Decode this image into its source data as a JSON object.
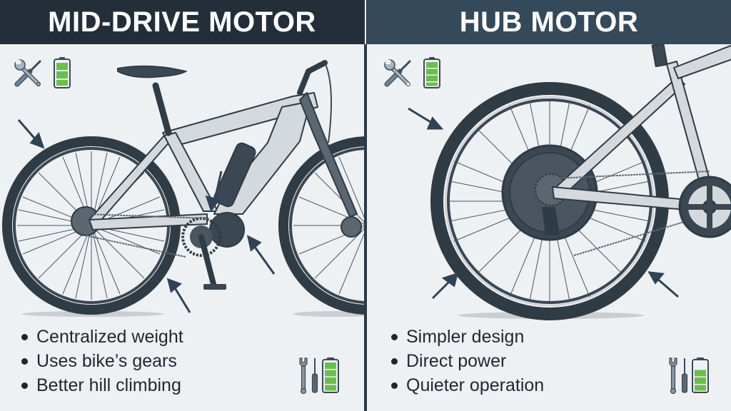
{
  "left_panel": {
    "title": "MID-DRIVE MOTOR",
    "header_color": "#232e39",
    "top_icons": [
      "wrench-screwdriver-crossed-icon",
      "battery-full-icon"
    ],
    "illustration": "e-bike with mid-drive motor at bottom bracket, downtube battery, arrows pointing at rear wheel, motor and crank",
    "bullets": [
      "Centralized weight",
      "Uses bike’s gears",
      "Better hill climbing"
    ],
    "bottom_icons": [
      "wrench-icon",
      "screwdriver-icon",
      "battery-full-icon"
    ]
  },
  "right_panel": {
    "title": "HUB MOTOR",
    "header_color": "#34495a",
    "top_icons": [
      "wrench-screwdriver-crossed-icon",
      "battery-full-icon"
    ],
    "illustration": "rear wheel with hub motor at center, arrows pointing at the wheel",
    "bullets": [
      "Simpler design",
      "Direct power",
      "Quieter operation"
    ],
    "bottom_icons": [
      "wrench-icon",
      "screwdriver-icon",
      "battery-partial-icon"
    ]
  },
  "colors": {
    "background": "#eef1f4",
    "text": "#1f2730",
    "battery_green": "#6abf4b",
    "tool_gray": "#6b7883",
    "tire": "#2f3b45",
    "frame": "#d4d9dd",
    "arrow": "#2f4354"
  }
}
